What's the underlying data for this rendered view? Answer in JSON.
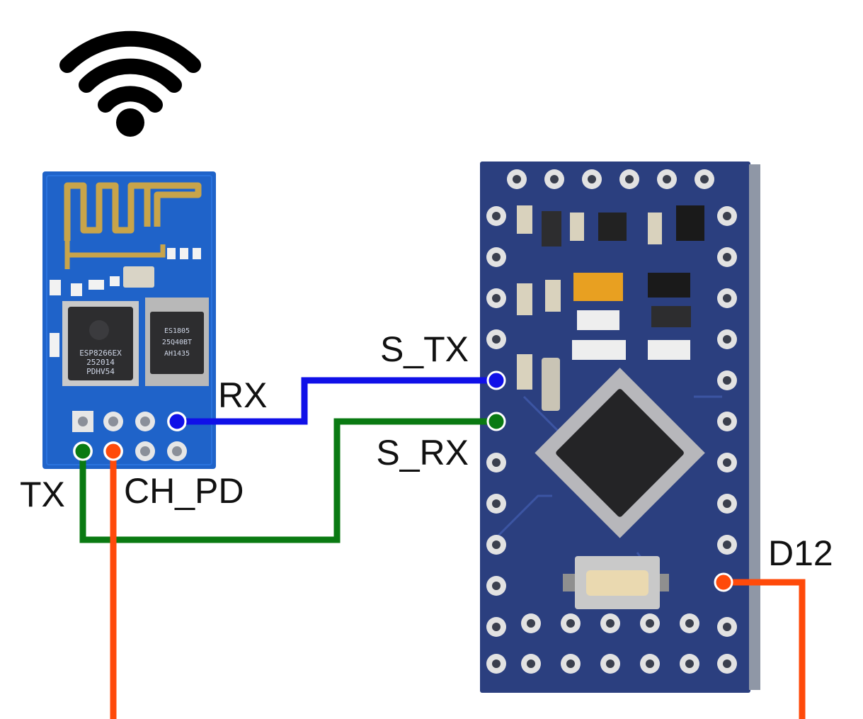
{
  "labels": {
    "rx": "RX",
    "tx": "TX",
    "ch_pd": "CH_PD",
    "s_tx": "S_TX",
    "s_rx": "S_RX",
    "d12": "D12"
  },
  "esp_chip": {
    "line1": "ESP8266EX",
    "line2": "252014",
    "line3": "PDHV54"
  },
  "flash_chip": {
    "line1": "ES1805",
    "line2": "25Q40BT",
    "line3": "AH1435"
  },
  "icons": {
    "wifi": "wifi-icon"
  },
  "colors": {
    "wire_rx": "#1010e8",
    "wire_tx": "#0a7a12",
    "wire_ch_pd": "#ff4a0a",
    "wire_d12": "#ff4a0a",
    "esp_board": "#1f63c9",
    "arduino_board": "#2b3f7f",
    "trace_gold": "#c8a44a"
  }
}
